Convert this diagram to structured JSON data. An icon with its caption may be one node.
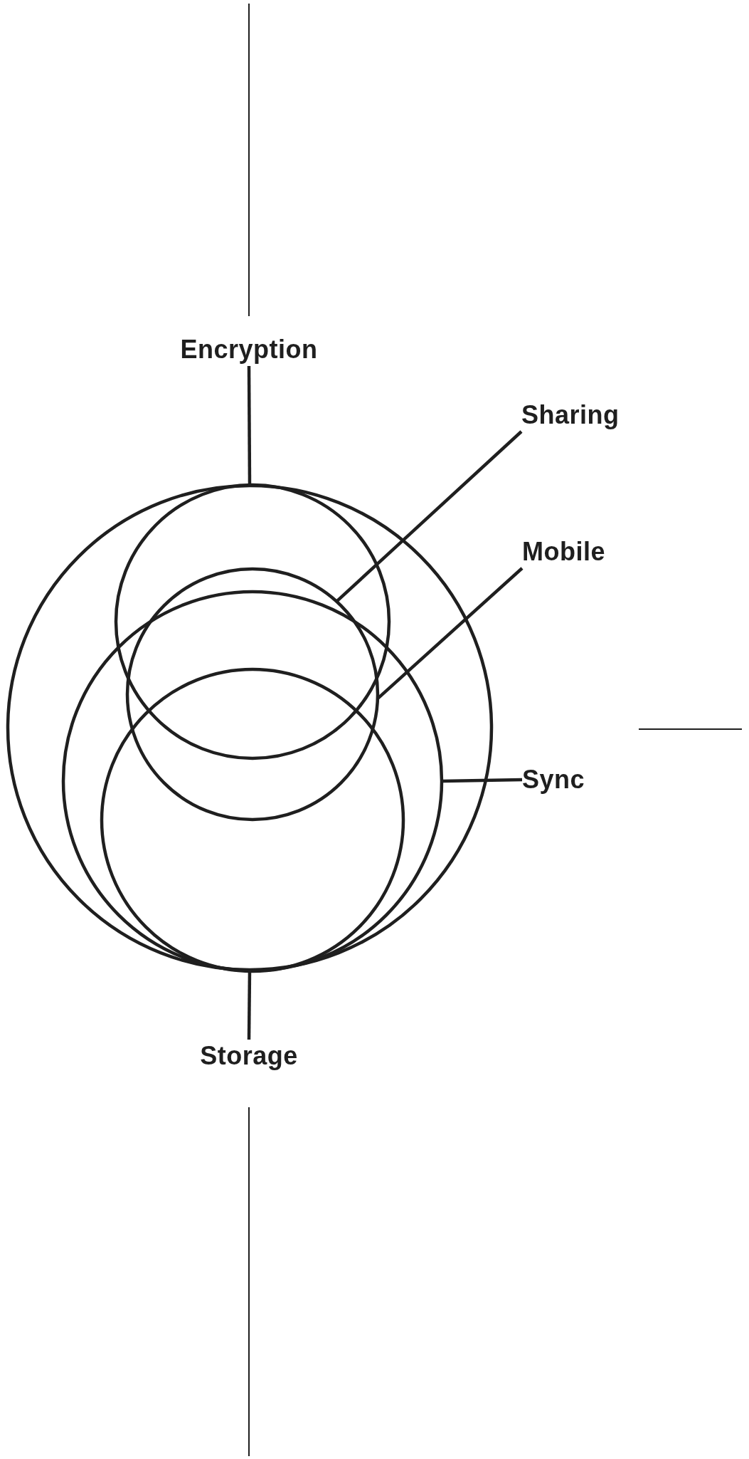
{
  "diagram": {
    "nodes": [
      {
        "text": [
          "Encryption"
        ]
      },
      {
        "text": [
          "Sharing"
        ]
      },
      {
        "text": [
          "Mobile"
        ]
      },
      {
        "text": [
          "Sync"
        ]
      },
      {
        "text": [
          "Storage"
        ]
      },
      {
        "text": [],
        "shape": "circle"
      },
      {
        "text": [],
        "shape": "circle",
        "in": 5
      },
      {
        "text": [],
        "shape": "circle",
        "in": 5
      },
      {
        "text": [],
        "shape": "circle",
        "in": 5
      },
      {
        "text": [],
        "shape": "circle",
        "in": 8
      }
    ],
    "edges": [
      {
        "from": 0,
        "to": 5,
        "arrow": "none"
      },
      {
        "from": 1,
        "to": 7,
        "arrow": "none"
      },
      {
        "from": 2,
        "to": 7,
        "arrow": "none"
      },
      {
        "from": 3,
        "to": 8,
        "arrow": "none"
      },
      {
        "from": 4,
        "to": 5,
        "arrow": "none"
      }
    ]
  }
}
